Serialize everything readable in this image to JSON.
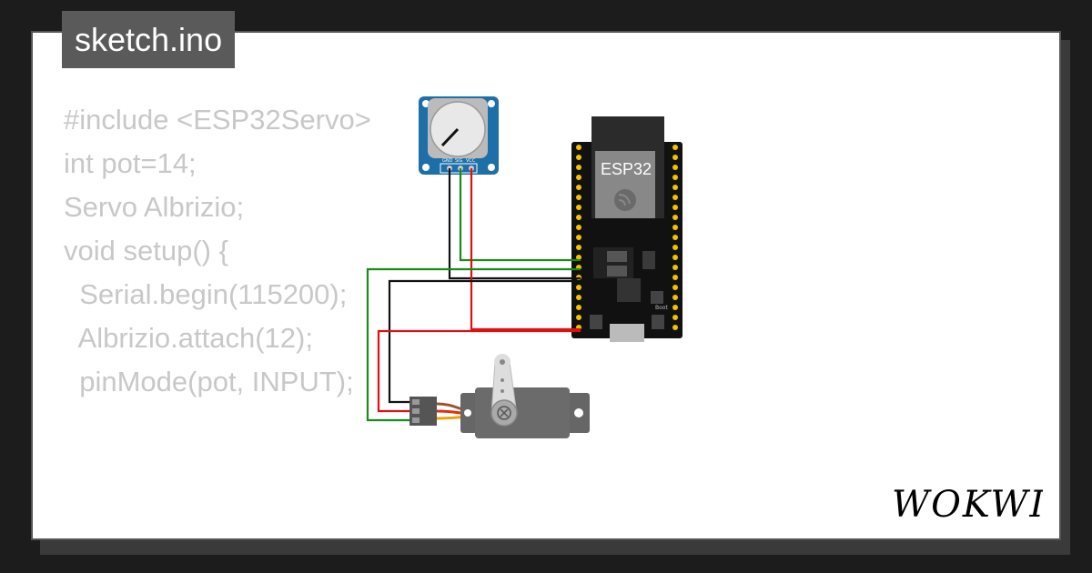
{
  "title": "sketch.ino",
  "code_lines": [
    "#include <ESP32Servo>",
    "",
    "int pot=14;",
    "Servo Albrizio;",
    "",
    "void setup() {",
    "",
    "  Serial.begin(115200);",
    "  Albrizio.attach(12);",
    "",
    "  pinMode(pot, INPUT);"
  ],
  "board": {
    "label": "ESP32",
    "boot_label": "Boot"
  },
  "potentiometer": {
    "pin_labels": [
      "GND",
      "SIG",
      "VCC"
    ]
  },
  "brand": "WOKWI",
  "colors": {
    "wire_green": "#1a8a1a",
    "wire_red": "#e01010",
    "wire_black": "#111111",
    "code_text": "#c8c8c8",
    "pot_board": "#1e6fa8",
    "servo_body": "#6b6b6b"
  }
}
